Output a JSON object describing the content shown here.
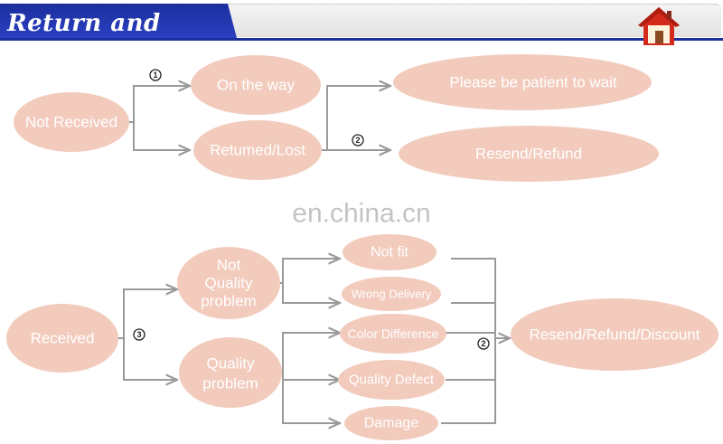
{
  "header": {
    "title": "Return and refund"
  },
  "icons": {
    "home": "home-icon"
  },
  "colors": {
    "node": "#f2cbbd",
    "line": "#9a9a9a",
    "header_blue": "#1c2f9e",
    "text": "#ffffff"
  },
  "watermark": "en.china.cn",
  "nodes": {
    "not_received": "Not Received",
    "on_the_way": "On the way",
    "returned_lost": "Retumed/Lost",
    "please_wait": "Please be patient to wait",
    "resend_refund": "Resend/Refund",
    "received": "Received",
    "not_quality": [
      "Not",
      "Quality",
      "problem"
    ],
    "quality": [
      "Quality",
      "problem"
    ],
    "not_fit": "Not fit",
    "wrong_delivery": "Wrong Delivery",
    "color_difference": "Color Difference",
    "quality_defect": "Quality Defect",
    "damage": "Damage",
    "resend_refund_discount": "Resend/Refund/Discount"
  },
  "markers": {
    "one": "1",
    "two": "2",
    "two_b": "2",
    "three": "3"
  }
}
